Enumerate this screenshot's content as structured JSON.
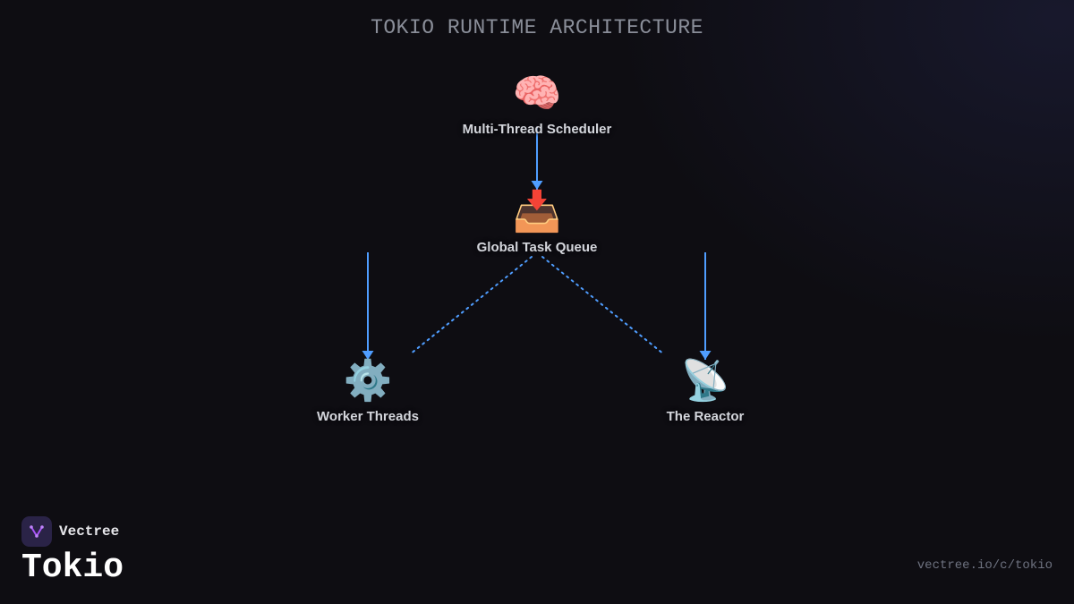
{
  "title": "TOKIO RUNTIME ARCHITECTURE",
  "colors": {
    "background": "#0e0d12",
    "arrow": "#4f9dff",
    "label": "#d4d6dc",
    "title": "#8a8e99",
    "logo_bg": "#2a2347",
    "logo_accent": "#a855f7"
  },
  "nodes": [
    {
      "id": "scheduler",
      "label": "Multi-Thread Scheduler",
      "icon": "🧠",
      "icon_name": "brain-icon"
    },
    {
      "id": "queue",
      "label": "Global Task Queue",
      "icon": "📥",
      "icon_name": "inbox-tray-icon"
    },
    {
      "id": "workers",
      "label": "Worker Threads",
      "icon": "⚙️",
      "icon_name": "gear-icon"
    },
    {
      "id": "reactor",
      "label": "The Reactor",
      "icon": "📡",
      "icon_name": "satellite-dish-icon"
    }
  ],
  "edges": [
    {
      "from": "scheduler",
      "to": "queue",
      "style": "solid-arrow"
    },
    {
      "from": "queue",
      "to": "workers",
      "style": "dotted"
    },
    {
      "from": "queue",
      "to": "reactor",
      "style": "dotted"
    },
    {
      "to": "workers",
      "style": "solid-arrow"
    },
    {
      "to": "reactor",
      "style": "solid-arrow"
    }
  ],
  "brand": {
    "name": "Vectree",
    "product": "Tokio",
    "url": "vectree.io/c/tokio"
  }
}
